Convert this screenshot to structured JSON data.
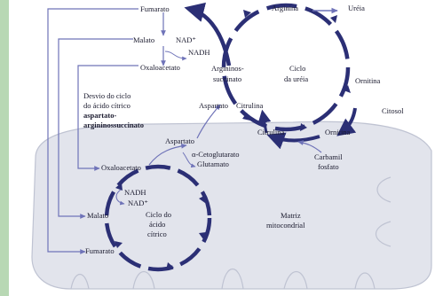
{
  "colors": {
    "left_bar": "#b8d8b4",
    "mitochondrion_fill": "#e2e4ec",
    "mitochondrion_edge": "#bfc3d2",
    "cycle_arrow": "#2b2f75",
    "thin_arrow": "#6f73b8",
    "text": "#1a1a2e"
  },
  "icons": {
    "cycle_arrowheads": "triangle-arrowhead",
    "connector_arrows": "thin-line-arrow"
  },
  "labels": {
    "fumarato_top": "Fumarato",
    "malato_top": "Malato",
    "nad_plus_top": "NAD⁺",
    "nadh_top": "NADH",
    "oxaloacetato_top": "Oxaloacetato",
    "argininosuccinato_line1": "Argininos-",
    "argininosuccinato_line2": "succinato",
    "arginina": "Arginina",
    "ureia": "Uréia",
    "ciclo_ureia_line1": "Ciclo",
    "ciclo_ureia_line2": "da uréia",
    "ornitina_outer": "Ornitina",
    "citosol": "Citosol",
    "desvio_line1": "Desvio do ciclo",
    "desvio_line2": "do ácido cítrico",
    "desvio_line3": "aspartato-",
    "desvio_line4": "argininossuccinato",
    "aspartato_top": "Aspartato",
    "citrulina_top": "Citrulina",
    "citrulina_inner": "Citrulina",
    "ornitina_inner": "Ornitina",
    "aspartato_mid": "Aspartato",
    "alpha_cetoglutarato": "α-Cetoglutarato",
    "glutamato": "Glutamato",
    "carbamil_line1": "Carbamil",
    "carbamil_line2": "fosfato",
    "oxaloacetato_mito": "Oxaloacetato",
    "nadh_mito": "NADH",
    "nad_plus_mito": "NAD⁺",
    "malato_mito": "Malato",
    "ciclo_acido_line1": "Ciclo do",
    "ciclo_acido_line2": "ácido",
    "ciclo_acido_line3": "cítrico",
    "matriz_line1": "Matriz",
    "matriz_line2": "mitocondrial",
    "fumarato_mito": "Fumarato"
  }
}
